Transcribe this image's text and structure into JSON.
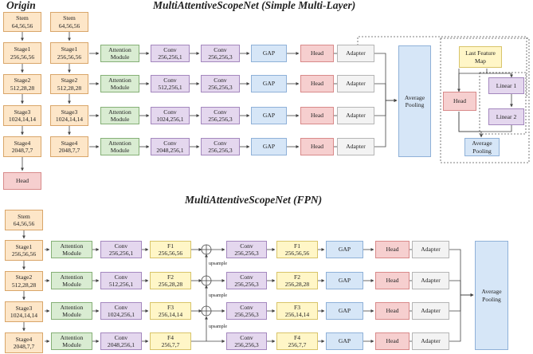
{
  "titles": {
    "origin": "Origin",
    "top": "MultiAttentiveScopeNet (Simple Multi-Layer)",
    "bottom": "MultiAttentiveScopeNet (FPN)"
  },
  "labels": {
    "stem": "Stem\n64,56,56",
    "stage1": "Stage1\n256,56,56",
    "stage2": "Stage2\n512,28,28",
    "stage3": "Stage3\n1024,14,14",
    "stage4": "Stage4\n2048,7,7",
    "head": "Head",
    "attention": "Attention\nModule",
    "conv1_256": "Conv\n256,256,1",
    "conv1_512": "Conv\n512,256,1",
    "conv1_1024": "Conv\n1024,256,1",
    "conv1_2048": "Conv\n2048,256,1",
    "conv3": "Conv\n256,256,3",
    "gap": "GAP",
    "adapter": "Adapter",
    "avgpool": "Average\nPooling",
    "last_feature_map": "Last Feature\nMap",
    "linear1": "Linear 1",
    "linear2": "Linear 2",
    "f1": "F1\n256,56,56",
    "f2": "F2\n256,28,28",
    "f3": "F3\n256,14,14",
    "f4": "F4\n256,7,7",
    "upsample": "upsample"
  },
  "colors": {
    "stage": "#fde6c8",
    "attention": "#d9ecd2",
    "conv": "#e4d7ee",
    "feature": "#fff6c7",
    "gap": "#d6e6f7",
    "head": "#f6cfcf",
    "adapter": "#f3f3f3"
  }
}
